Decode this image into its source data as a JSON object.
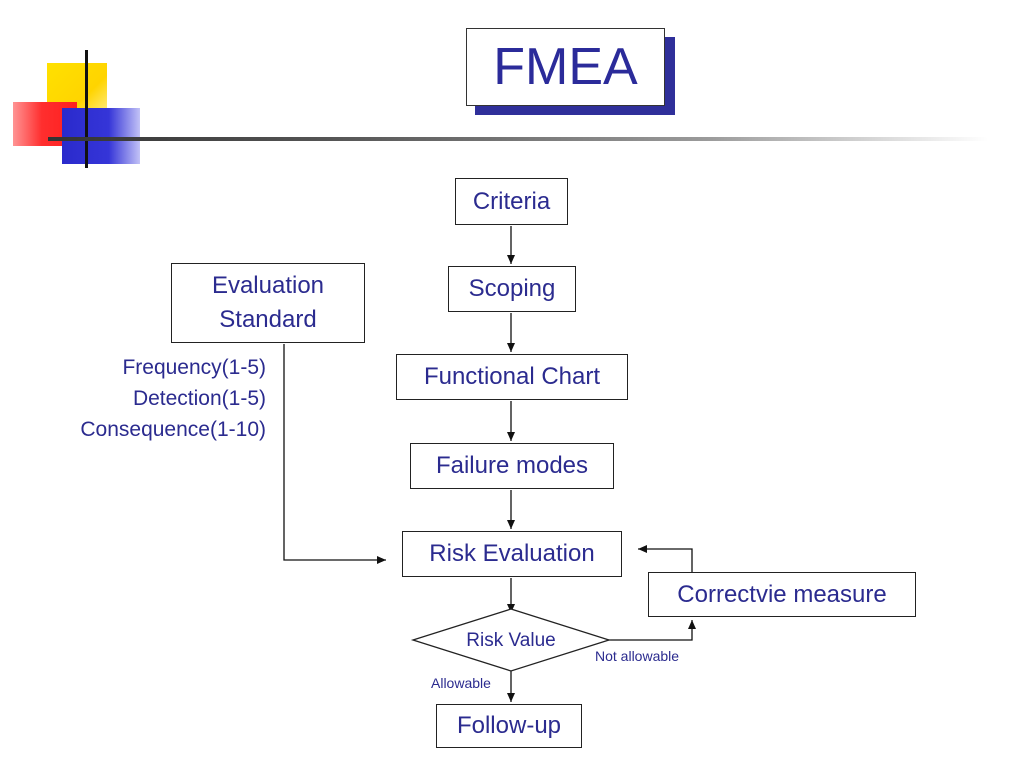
{
  "title": "FMEA",
  "nodes": {
    "criteria": "Criteria",
    "scoping": "Scoping",
    "functional_chart": "Functional Chart",
    "failure_modes": "Failure modes",
    "risk_evaluation": "Risk Evaluation",
    "risk_value": "Risk Value",
    "follow_up": "Follow-up",
    "evaluation_standard_line1": "Evaluation",
    "evaluation_standard_line2": "Standard",
    "corrective_measure": "Correctvie measure"
  },
  "metrics": [
    "Frequency(1-5)",
    "Detection(1-5)",
    "Consequence(1-10)"
  ],
  "edge_labels": {
    "not_allowable": "Not allowable",
    "allowable": "Allowable"
  },
  "colors": {
    "text": "#2b2b8f",
    "title_shadow": "#2f2f9a",
    "deco_yellow": "#ffd400",
    "deco_red": "#ff2e2e",
    "deco_blue": "#3535d8"
  }
}
